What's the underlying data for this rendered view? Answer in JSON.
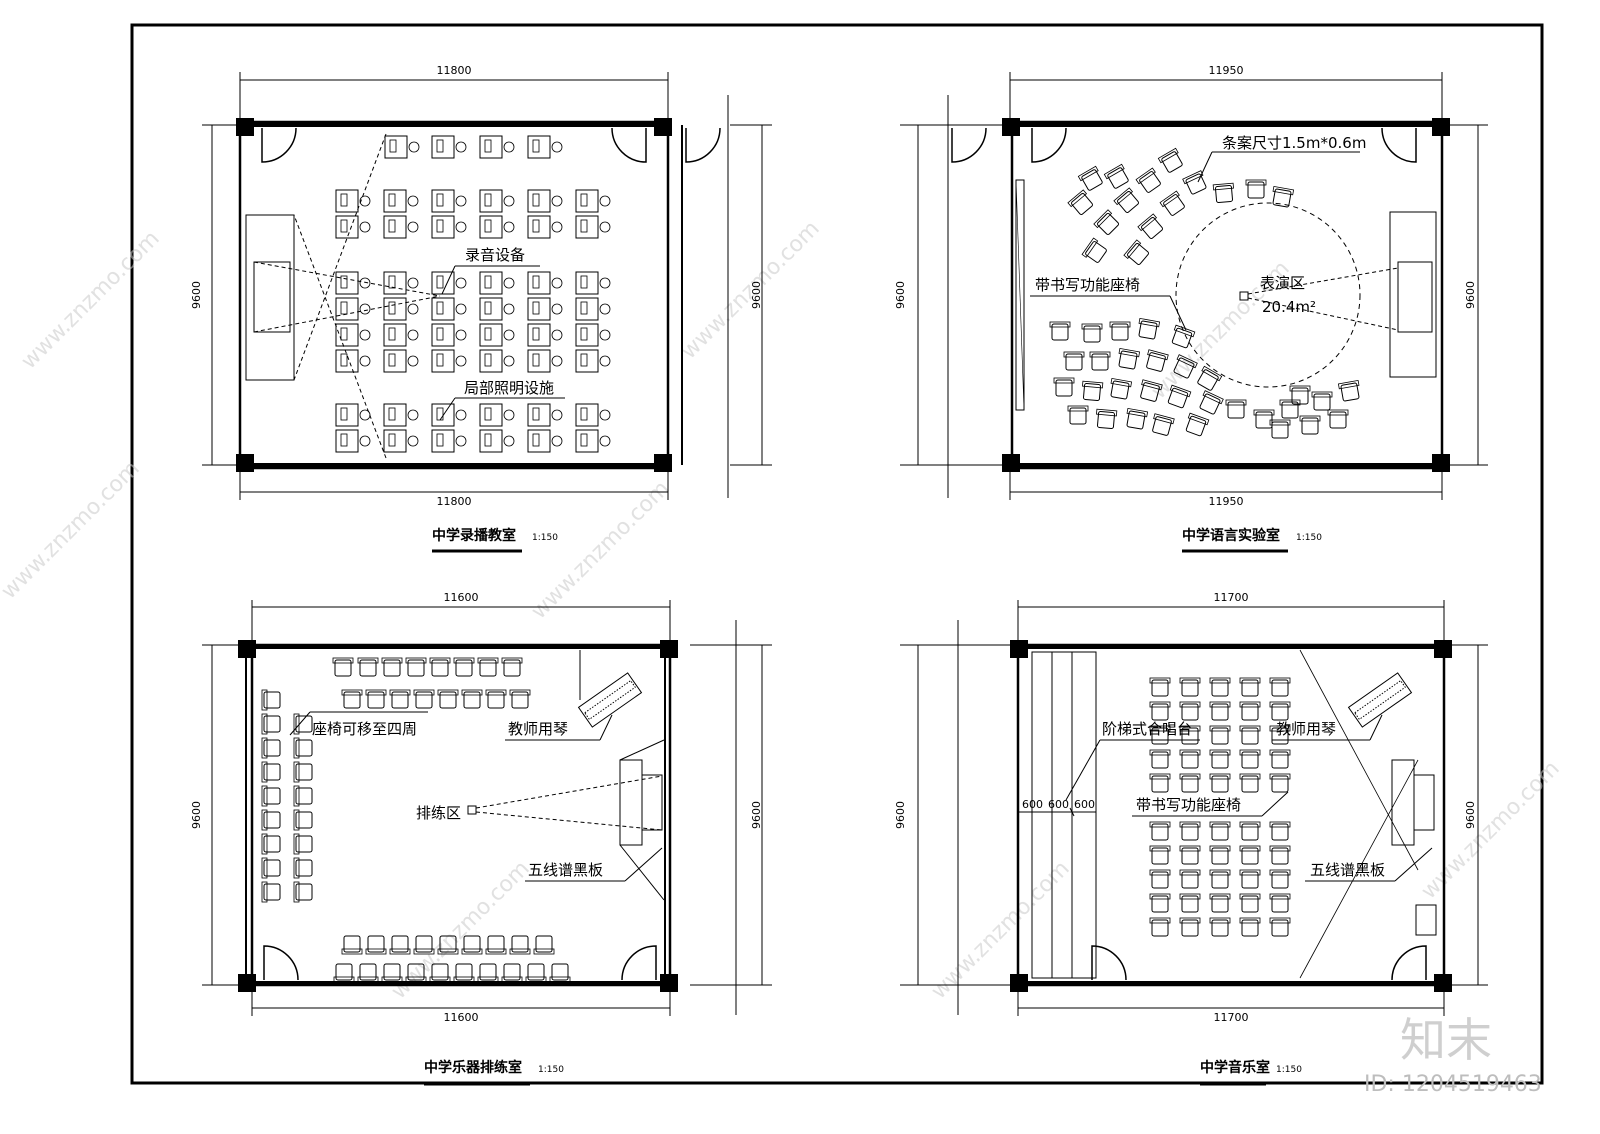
{
  "plans": [
    {
      "title": "中学录播教室",
      "scale": "1:150",
      "width_top": "11800",
      "width_bottom": "11800",
      "height_left": "9600",
      "height_right": "9600",
      "labels": [
        "录音设备",
        "局部照明设施"
      ]
    },
    {
      "title": "中学语言实验室",
      "scale": "1:150",
      "width_top": "11950",
      "width_bottom": "11950",
      "height_left": "9600",
      "height_right": "9600",
      "labels": [
        "条案尺寸1.5m*0.6m",
        "带书写功能座椅",
        "表演区",
        "20.4m²"
      ]
    },
    {
      "title": "中学乐器排练室",
      "scale": "1:150",
      "width_top": "11600",
      "width_bottom": "11600",
      "height_left": "9600",
      "height_right": "9600",
      "labels": [
        "座椅可移至四周",
        "教师用琴",
        "排练区",
        "五线谱黑板"
      ]
    },
    {
      "title": "中学音乐室",
      "scale": "1:150",
      "width_top": "11700",
      "width_bottom": "11700",
      "height_left": "9600",
      "height_right": "9600",
      "labels": [
        "阶梯式合唱台",
        "教师用琴",
        "带书写功能座椅",
        "五线谱黑板",
        "600",
        "600",
        "600"
      ]
    }
  ],
  "watermark": {
    "text": "www.znzmo.com",
    "logo_text": "知末",
    "id_text": "ID: 1204519463"
  }
}
